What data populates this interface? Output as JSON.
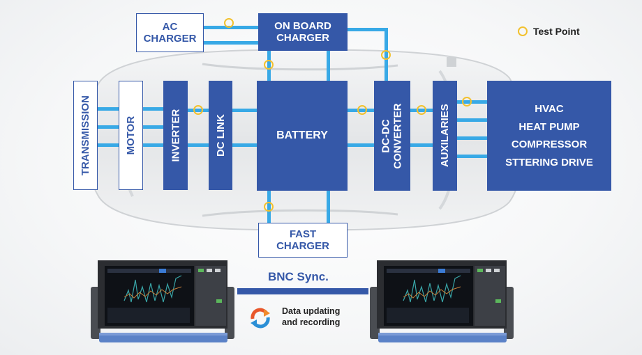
{
  "legend": {
    "icon": "test-point-circle-icon",
    "label": "Test Point",
    "marker_color": "#f2c12e"
  },
  "colors": {
    "block": "#3558a8",
    "connector": "#38a9e6",
    "test_point": "#f2c12e"
  },
  "blocks": {
    "ac_charger": {
      "line1": "AC",
      "line2": "CHARGER",
      "style": "outline"
    },
    "on_board_charger": {
      "line1": "ON BOARD",
      "line2": "CHARGER",
      "style": "solid"
    },
    "transmission": {
      "label": "TRANSMISSION",
      "style": "outline"
    },
    "motor": {
      "label": "MOTOR",
      "style": "outline"
    },
    "inverter": {
      "label": "INVERTER",
      "style": "solid"
    },
    "dc_link": {
      "label": "DC LINK",
      "style": "solid"
    },
    "battery": {
      "label": "BATTERY",
      "style": "solid"
    },
    "dc_dc_converter": {
      "line1": "DC-DC",
      "line2": "CONVERTER",
      "style": "solid"
    },
    "auxilaries": {
      "label": "AUXILARIES",
      "style": "solid"
    },
    "loads": {
      "items": [
        "HVAC",
        "HEAT PUMP",
        "COMPRESSOR",
        "STTERING DRIVE"
      ],
      "style": "solid"
    },
    "fast_charger": {
      "line1": "FAST",
      "line2": "CHARGER",
      "style": "outline"
    }
  },
  "sync": {
    "bnc_label": "BNC Sync.",
    "data_line1": "Data updating",
    "data_line2": "and recording",
    "icon": "sync-arrows-icon"
  },
  "instruments": [
    {
      "name": "power-analyzer-left"
    },
    {
      "name": "power-analyzer-right"
    }
  ]
}
